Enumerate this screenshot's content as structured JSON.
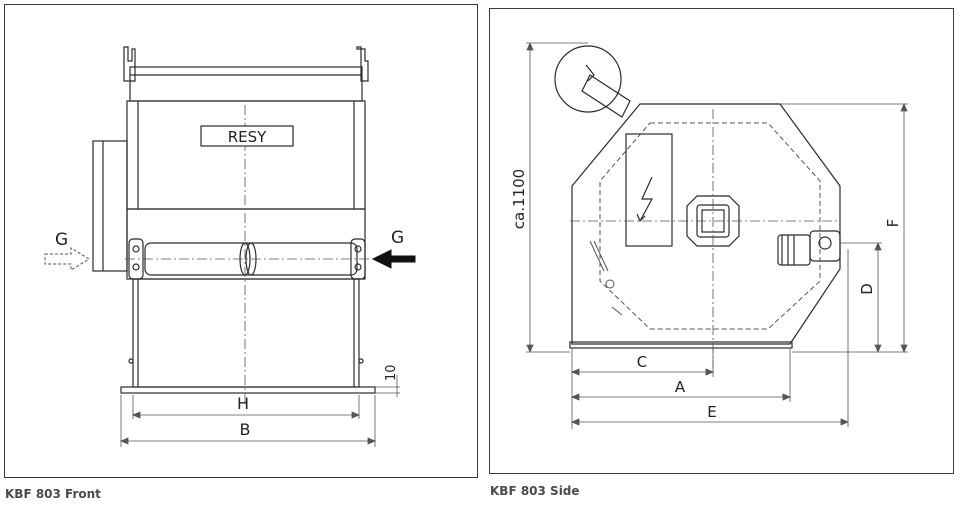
{
  "front": {
    "caption": "KBF 803 Front",
    "nameplate": "RESY",
    "labels": {
      "g_left": "G",
      "g_right": "G",
      "h": "H",
      "b": "B",
      "ten": "10"
    }
  },
  "side": {
    "caption": "KBF 803 Side",
    "labels": {
      "height": "ca.1100",
      "a": "A",
      "c": "C",
      "d": "D",
      "e": "E",
      "f": "F"
    }
  },
  "colors": {
    "line": "#2b2b2b",
    "dimension": "#555555",
    "panel_border": "#3a3a3a",
    "caption": "#4a4a4a"
  }
}
